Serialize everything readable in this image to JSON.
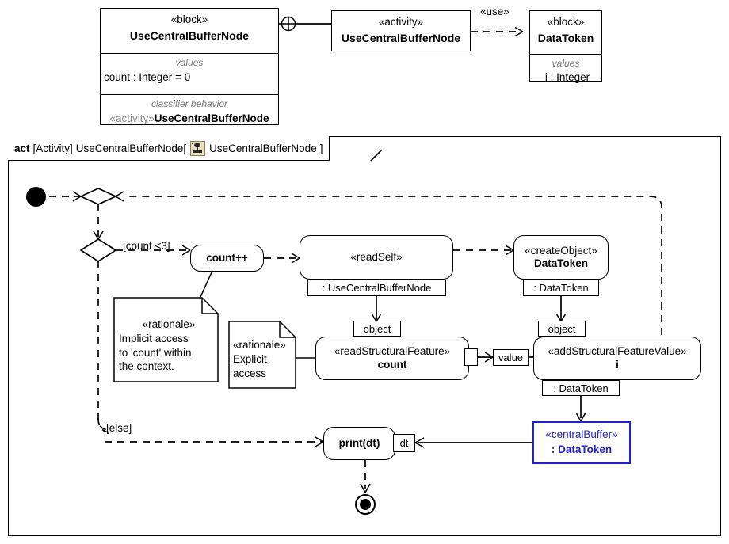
{
  "bdd": {
    "block_left": {
      "stereotype": "«block»",
      "name": "UseCentralBufferNode",
      "values_label": "values",
      "value_line": "count : Integer = 0",
      "behavior_label": "classifier behavior",
      "behavior_stereotype": "«activity»",
      "behavior_name": "UseCentralBufferNode"
    },
    "activity_block": {
      "stereotype": "«activity»",
      "name": "UseCentralBufferNode"
    },
    "block_right": {
      "stereotype": "«block»",
      "name": "DataToken",
      "values_label": "values",
      "value_line": "i : Integer"
    },
    "use_dependency_label": "«use»",
    "composition_icon": "circle-plus-icon"
  },
  "frame": {
    "kind": "act",
    "type_label": "[Activity]",
    "name": "UseCentralBufferNode",
    "bracket_open": "[",
    "icon": "activity-diagram-icon",
    "context_name": "UseCentralBufferNode",
    "bracket_close": "]"
  },
  "activity": {
    "initial_node": "initial-node",
    "merge_node": "merge-node",
    "decision_node": "decision-node",
    "final_node": "activity-final-node",
    "guard_count": "[count <3]",
    "guard_else": "[else]",
    "count_action": "count++",
    "read_self": {
      "stereotype": "«readSelf»",
      "pin": ": UseCentralBufferNode"
    },
    "create_object": {
      "stereotype": "«createObject»",
      "name": "DataToken",
      "pin": ": DataToken"
    },
    "read_feature": {
      "stereotype": "«readStructuralFeature»",
      "name": "count",
      "input_pin": "object",
      "output_pin_label": "value"
    },
    "add_feature": {
      "stereotype": "«addStructuralFeatureValue»",
      "name": "i",
      "input_pin_object": "object",
      "input_pin_value": "value",
      "output_pin": ": DataToken"
    },
    "central_buffer": {
      "stereotype": "«centralBuffer»",
      "name": ": DataToken",
      "color": "#2222cc"
    },
    "print_action": {
      "name": "print(dt)",
      "pin": "dt"
    },
    "note_implicit": {
      "stereotype": "«rationale»",
      "line1": "Implicit access",
      "line2": "to 'count' within",
      "line3": "the context."
    },
    "note_explicit": {
      "stereotype": "«rationale»",
      "line1": "Explicit",
      "line2": "access"
    }
  }
}
